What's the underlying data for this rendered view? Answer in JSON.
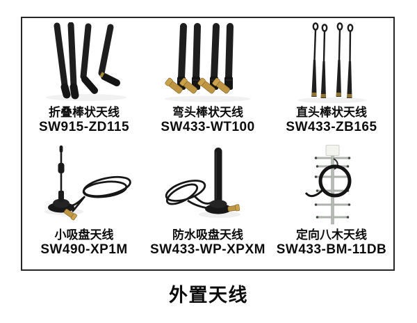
{
  "page": {
    "title": "外置天线"
  },
  "products": [
    {
      "name": "折叠棒状天线",
      "model": "SW915-ZD115",
      "image": "folded-rod-antenna"
    },
    {
      "name": "弯头棒状天线",
      "model": "SW433-WT100",
      "image": "elbow-rod-antenna"
    },
    {
      "name": "直头棒状天线",
      "model": "SW433-ZB165",
      "image": "straight-whip-antenna"
    },
    {
      "name": "小吸盘天线",
      "model": "SW490-XP1M",
      "image": "small-suction-cup-antenna"
    },
    {
      "name": "防水吸盘天线",
      "model": "SW433-WP-XPXM",
      "image": "waterproof-suction-cup-antenna"
    },
    {
      "name": "定向八木天线",
      "model": "SW433-BM-11DB",
      "image": "directional-yagi-antenna"
    }
  ],
  "colors": {
    "background": "#ffffff",
    "panel_border": "#262626",
    "text": "#0c0c0c",
    "antenna_black": "#1e1e1e",
    "connector_gold": "#bd9543",
    "yagi_silver": "#b5bab5"
  }
}
